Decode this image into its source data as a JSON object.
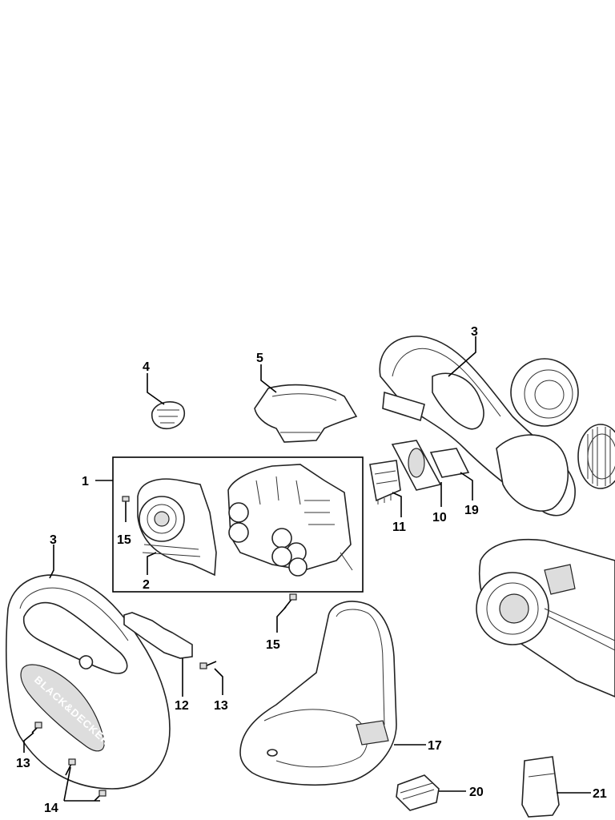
{
  "parts": [
    {
      "id": "p1",
      "label": "1"
    },
    {
      "id": "p2",
      "label": "2"
    },
    {
      "id": "p3a",
      "label": "3"
    },
    {
      "id": "p3b",
      "label": "3"
    },
    {
      "id": "p4",
      "label": "4"
    },
    {
      "id": "p5",
      "label": "5"
    },
    {
      "id": "p10",
      "label": "10"
    },
    {
      "id": "p11",
      "label": "11"
    },
    {
      "id": "p12",
      "label": "12"
    },
    {
      "id": "p13a",
      "label": "13"
    },
    {
      "id": "p13b",
      "label": "13"
    },
    {
      "id": "p14",
      "label": "14"
    },
    {
      "id": "p15a",
      "label": "15"
    },
    {
      "id": "p15b",
      "label": "15"
    },
    {
      "id": "p17",
      "label": "17"
    },
    {
      "id": "p19",
      "label": "19"
    },
    {
      "id": "p20",
      "label": "20"
    },
    {
      "id": "p21",
      "label": "21"
    }
  ],
  "brand_logo": "BLACK&DECKER",
  "colors": {
    "line": "#000000",
    "background": "#ffffff"
  }
}
